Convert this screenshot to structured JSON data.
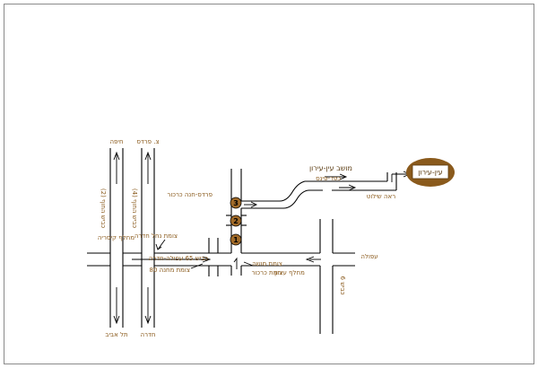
{
  "map": {
    "destination": "עין-עירון",
    "labels": {
      "haifa": "חיפה",
      "tzomet_pardes": "צ. פרדס",
      "highway_4": "כביש החוף (4)",
      "highway_2": "כביש החוף (2)",
      "mechlaf_caesarea": "מחלף קיסריה",
      "tzomet_nahal_hadera": "צומת נחל חדרה",
      "road_65": "כביש 65 עפולה-חדרה",
      "tzomet_machane80": "צומת מחנה 80",
      "pardes_hanna": "פרדס-חנה כרכור",
      "moshav": "מושב עין-עירון",
      "kfar_pines": "כפר-פינס",
      "raah_shilot": "ראה שילוט",
      "afula": "עפולה",
      "tzomet_mosha": "צומת מושה",
      "tzomet_karkur": "צומת כרכור",
      "mechlaf_iron": "מחלף עירון",
      "road_6": "כביש 6",
      "tel_aviv": "תל אביב",
      "hadera": "חדרה"
    },
    "markers": [
      "1",
      "2",
      "3"
    ],
    "colors": {
      "road": "#000000",
      "label": "#8a5a1c",
      "marker": "#a06a28",
      "destination_fill": "#8a5a1c"
    }
  }
}
